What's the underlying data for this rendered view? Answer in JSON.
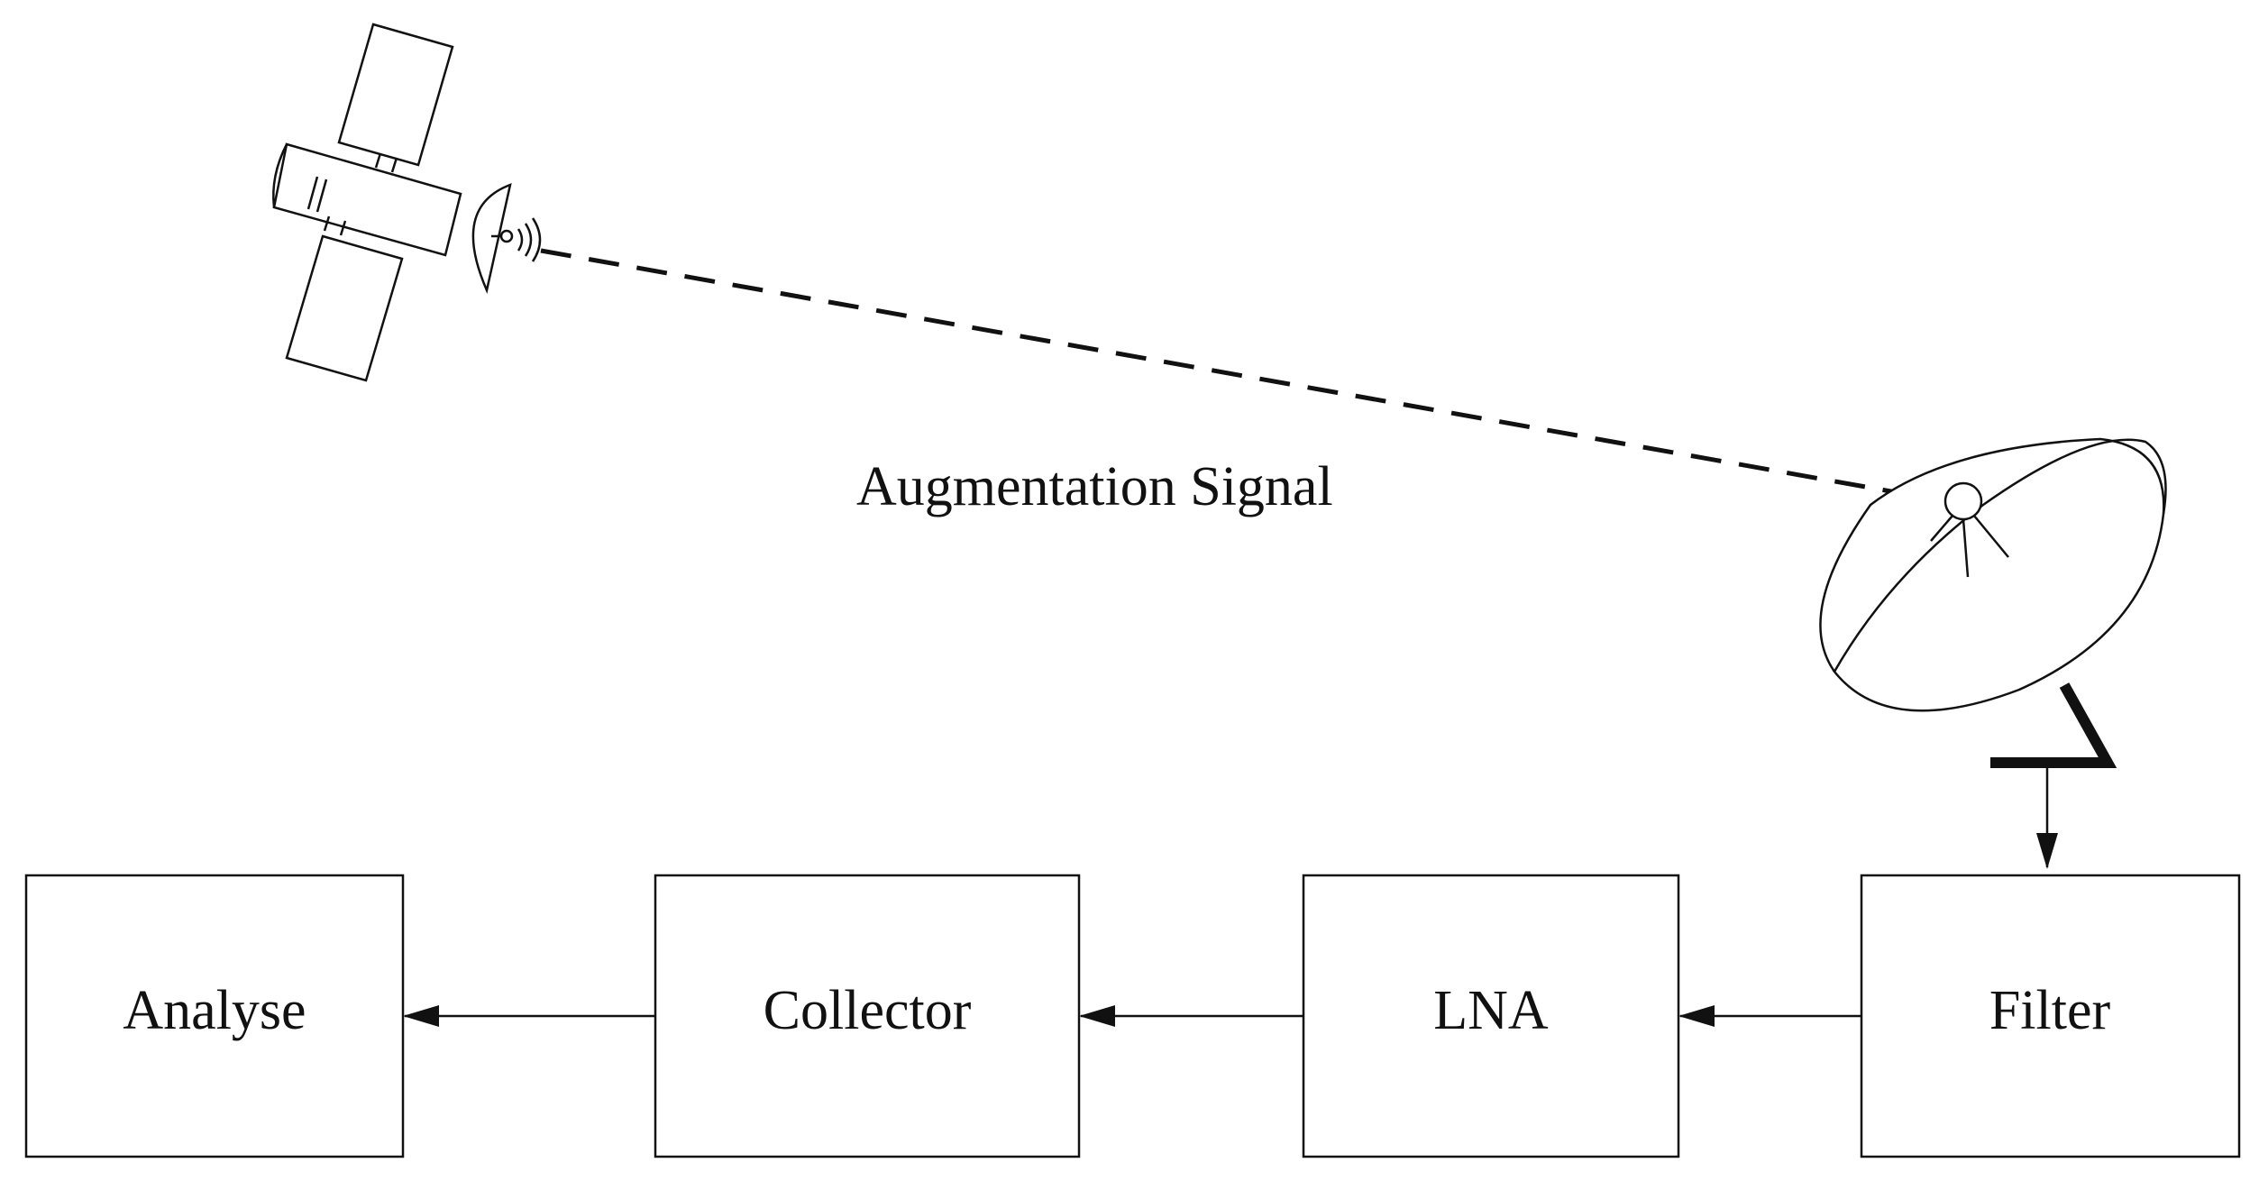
{
  "signal_label": "Augmentation Signal",
  "blocks": {
    "analyse": "Analyse",
    "collector": "Collector",
    "lna": "LNA",
    "filter": "Filter"
  },
  "colors": {
    "line": "#111111",
    "background": "#ffffff"
  }
}
